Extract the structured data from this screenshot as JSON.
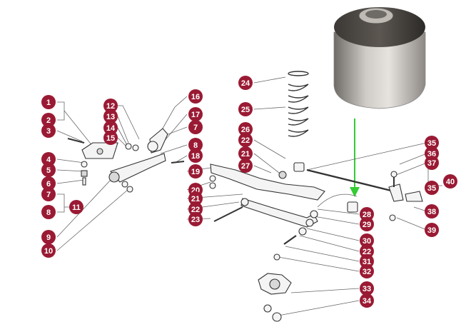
{
  "labels": [
    "1",
    "2",
    "3",
    "4",
    "5",
    "6",
    "7",
    "8",
    "9",
    "10",
    "11",
    "12",
    "13",
    "14",
    "15",
    "16",
    "17",
    "7",
    "8",
    "18",
    "19",
    "20",
    "21",
    "22",
    "23",
    "24",
    "25",
    "26",
    "22",
    "21",
    "27",
    "35",
    "36",
    "37",
    "35",
    "40",
    "38",
    "39",
    "28",
    "29",
    "30",
    "22",
    "31",
    "32",
    "33",
    "34"
  ],
  "colors": {
    "marker": "#9a1a33",
    "marker_text": "#ffffff",
    "arrow": "#33cc33",
    "line": "#666666",
    "bushing_dark": "#4a4540",
    "bushing_light": "#d9d6d2"
  },
  "icons": {
    "photo": "rubber-metal-bushing",
    "arrow": "green-arrow-down"
  }
}
